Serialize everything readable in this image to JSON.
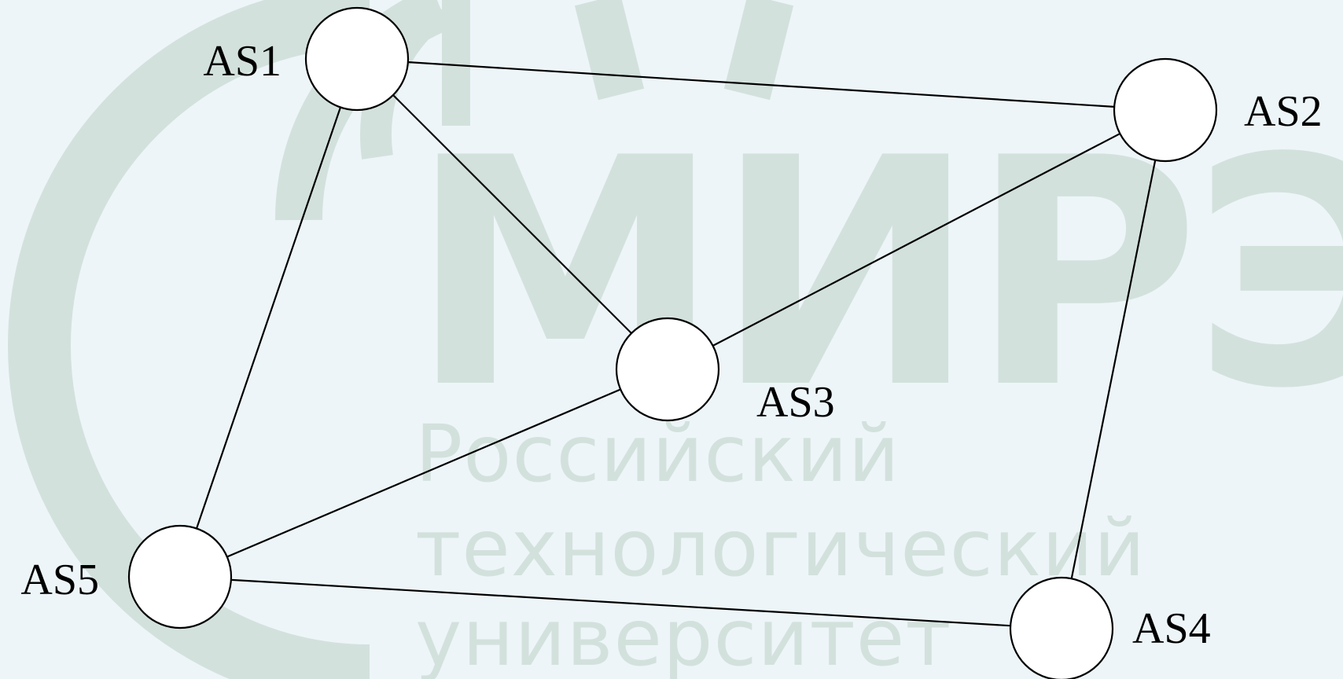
{
  "watermark": {
    "letters": "МИРЭ",
    "lines": [
      "Российский",
      "технологический",
      "университет"
    ],
    "color": "#d3e1dd"
  },
  "diagram": {
    "node_color": "#ffffff",
    "stroke_color": "#000000",
    "nodes": [
      {
        "id": "AS1",
        "label": "AS1"
      },
      {
        "id": "AS2",
        "label": "AS2"
      },
      {
        "id": "AS3",
        "label": "AS3"
      },
      {
        "id": "AS4",
        "label": "AS4"
      },
      {
        "id": "AS5",
        "label": "AS5"
      }
    ],
    "edges": [
      [
        "AS1",
        "AS2"
      ],
      [
        "AS1",
        "AS3"
      ],
      [
        "AS1",
        "AS5"
      ],
      [
        "AS2",
        "AS3"
      ],
      [
        "AS2",
        "AS4"
      ],
      [
        "AS3",
        "AS5"
      ],
      [
        "AS5",
        "AS4"
      ]
    ]
  }
}
